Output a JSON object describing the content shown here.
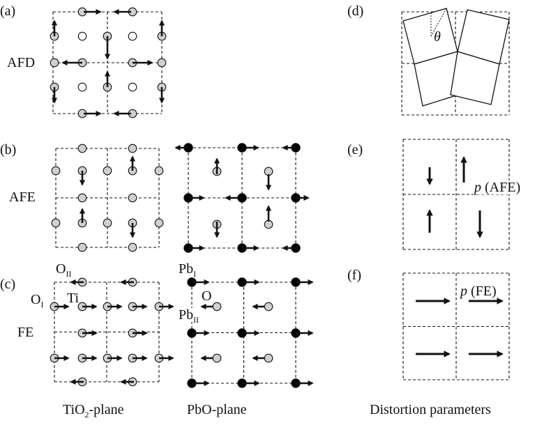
{
  "panel_labels": [
    "(a)",
    "(b)",
    "(c)",
    "(d)",
    "(e)",
    "(f)"
  ],
  "row_labels": {
    "afd": "AFD",
    "afe": "AFE",
    "fe": "FE"
  },
  "atom_labels": {
    "o2": {
      "main": "O",
      "sub": "II"
    },
    "o1": {
      "main": "O",
      "sub": "I"
    },
    "ti": "Ti",
    "pb1": {
      "main": "Pb",
      "sub": "I"
    },
    "pb2": {
      "main": "Pb",
      "sub": "II"
    },
    "o_mark": "O"
  },
  "bottom_labels": {
    "tio2_main": "TiO",
    "tio2_sub": "2",
    "tio2_rest": "-plane",
    "pbo": "PbO-plane",
    "distortion": "Distortion parameters"
  },
  "theta_label": "θ",
  "p_symbol": "p",
  "e_label_rest": "(AFE)",
  "f_label_rest": "(FE)",
  "colors": {
    "ink": "#111111",
    "o_fill": "#d0d0d0",
    "pb_fill": "#000000"
  }
}
